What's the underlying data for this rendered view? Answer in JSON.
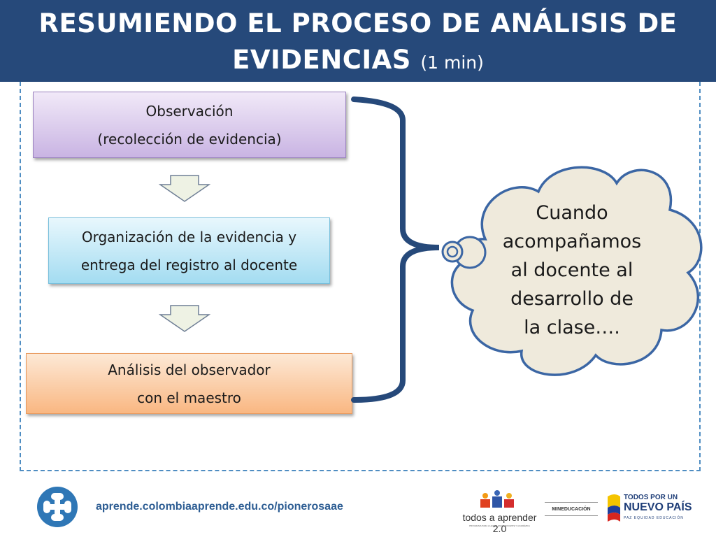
{
  "slide": {
    "title_line1": "RESUMIENDO EL PROCESO DE ANÁLISIS DE",
    "title_line2": "EVIDENCIAS",
    "title_duration": "(1 min)"
  },
  "steps": [
    {
      "line1": "Observación",
      "line2": "(recolección de evidencia)"
    },
    {
      "line1": "Organización de la evidencia y",
      "line2": "entrega del registro al docente"
    },
    {
      "line1": "Análisis del observador",
      "line2": "con el maestro"
    }
  ],
  "cloud": {
    "lines": [
      "Cuando",
      "acompañamos",
      "al docente al",
      "desarrollo de",
      "la clase…."
    ]
  },
  "footer": {
    "url": "aprende.colombiaaprende.edu.co/pionerosaae",
    "logo_todos": "todos a aprender 2.0",
    "logo_todos_sub": "PROGRAMA PARA LA EXCELENCIA DOCENTE Y ACADÉMICA",
    "logo_min": "MINEDUCACIÓN",
    "logo_pais_line1": "TODOS POR UN",
    "logo_pais_line2": "NUEVO PAÍS",
    "logo_pais_line3": "PAZ  EQUIDAD  EDUCACIÓN"
  },
  "colors": {
    "header": "#26497a",
    "frame": "#4f8dc2",
    "bracket": "#26497a",
    "cloud_fill": "#efeadc",
    "cloud_stroke": "#3b66a4",
    "url": "#2d5d93"
  }
}
